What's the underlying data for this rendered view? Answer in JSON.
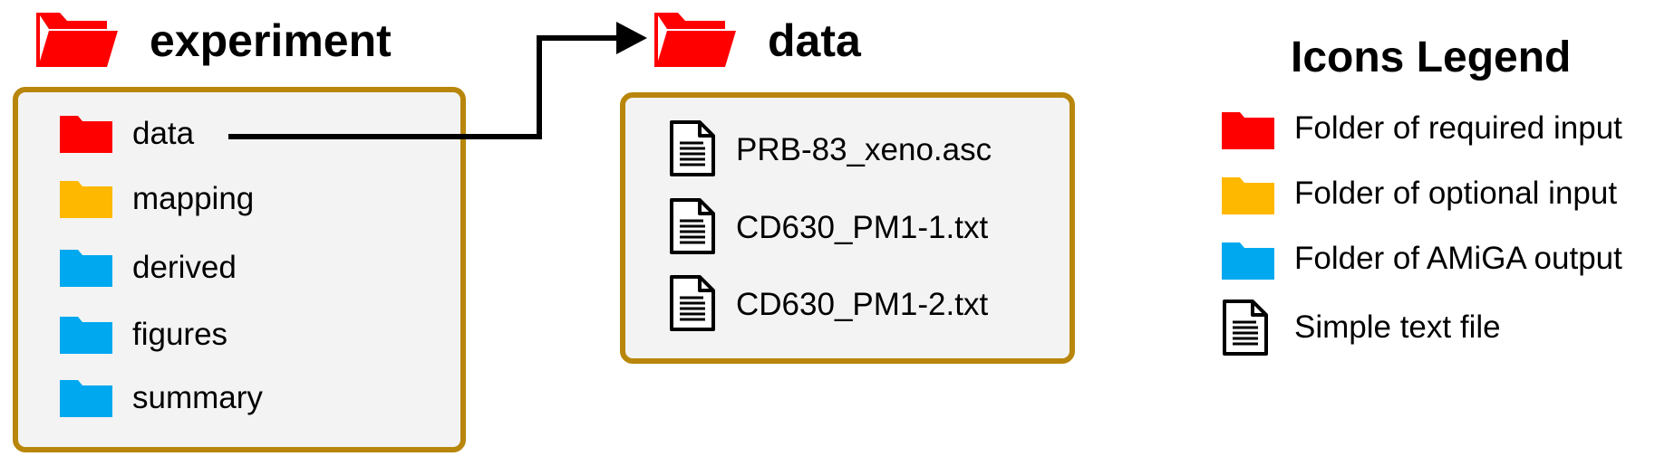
{
  "experiment": {
    "title": "experiment",
    "items": [
      {
        "label": "data",
        "color": "#ff0000",
        "icon": "folder-icon"
      },
      {
        "label": "mapping",
        "color": "#ffb800",
        "icon": "folder-icon"
      },
      {
        "label": "derived",
        "color": "#00a8f0",
        "icon": "folder-icon"
      },
      {
        "label": "figures",
        "color": "#00a8f0",
        "icon": "folder-icon"
      },
      {
        "label": "summary",
        "color": "#00a8f0",
        "icon": "folder-icon"
      }
    ]
  },
  "data_folder": {
    "title": "data",
    "files": [
      {
        "label": "PRB-83_xeno.asc",
        "icon": "text-file-icon"
      },
      {
        "label": "CD630_PM1-1.txt",
        "icon": "text-file-icon"
      },
      {
        "label": "CD630_PM1-2.txt",
        "icon": "text-file-icon"
      }
    ]
  },
  "legend": {
    "title": "Icons Legend",
    "items": [
      {
        "label": "Folder of required input",
        "color": "#ff0000",
        "icon": "folder-icon"
      },
      {
        "label": "Folder of optional input",
        "color": "#ffb800",
        "icon": "folder-icon"
      },
      {
        "label": "Folder of AMiGA output",
        "color": "#00a8f0",
        "icon": "folder-icon"
      },
      {
        "label": "Simple text file",
        "icon": "text-file-icon"
      }
    ]
  },
  "colors": {
    "required": "#ff0000",
    "optional": "#ffb800",
    "output": "#00a8f0",
    "box_border": "#b8860b",
    "box_fill": "#f3f3f3"
  }
}
